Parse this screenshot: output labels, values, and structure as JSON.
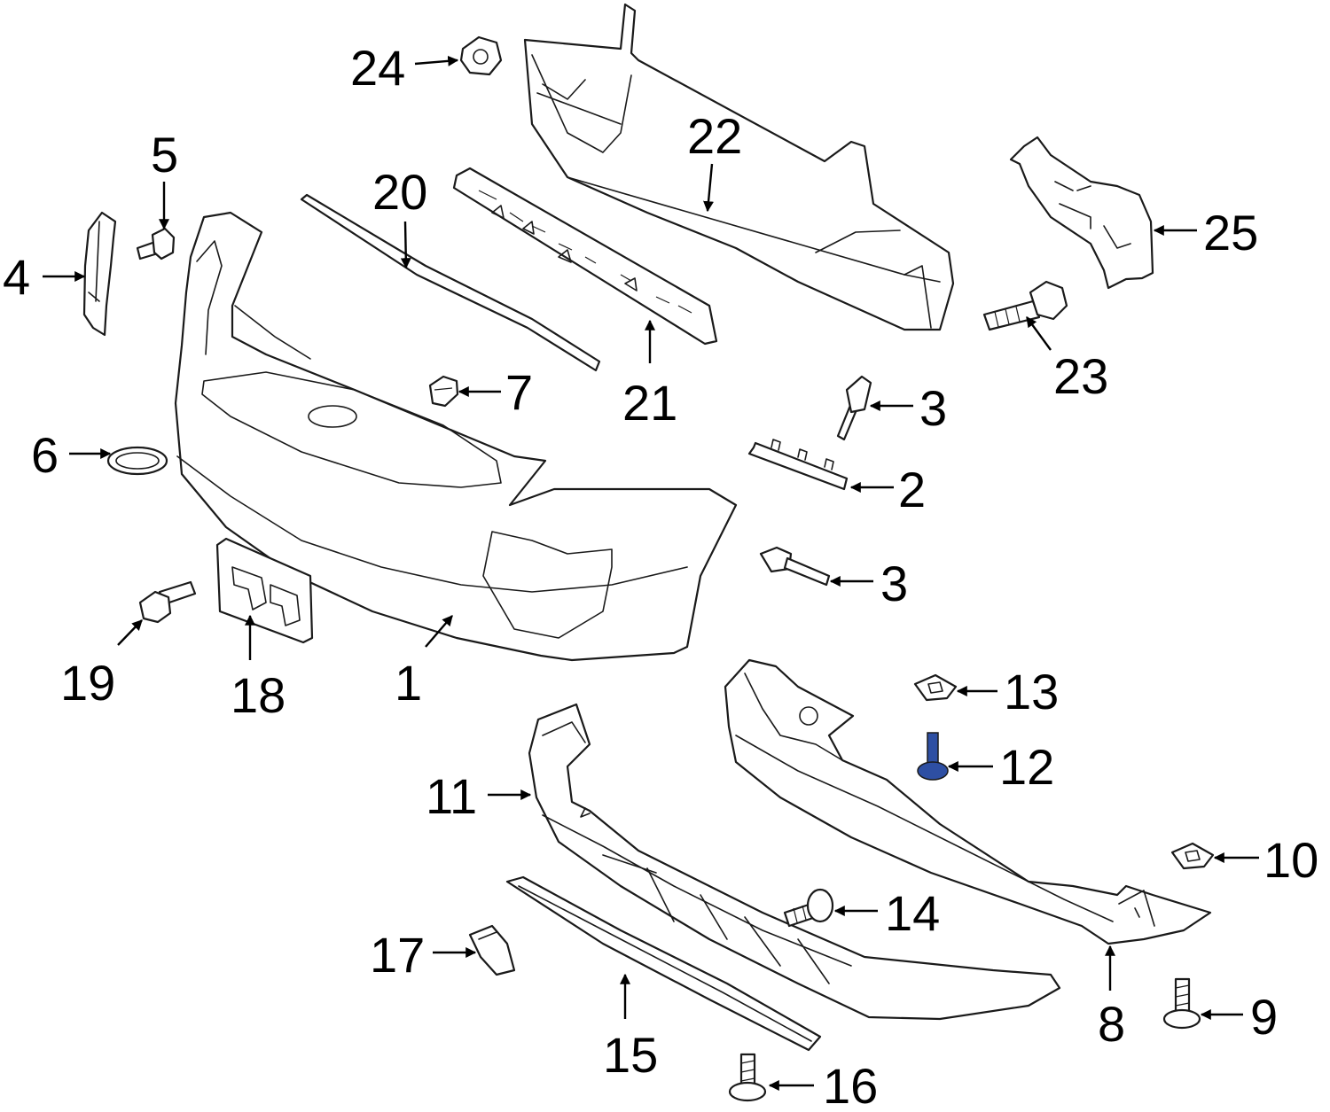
{
  "highlight_color": "#2e4fa3",
  "line_color": "#1a1a1a",
  "callouts": {
    "c1": "1",
    "c2": "2",
    "c3a": "3",
    "c3b": "3",
    "c4": "4",
    "c5": "5",
    "c6": "6",
    "c7": "7",
    "c8": "8",
    "c9": "9",
    "c10": "10",
    "c11": "11",
    "c12": "12",
    "c13": "13",
    "c14": "14",
    "c15": "15",
    "c16": "16",
    "c17": "17",
    "c18": "18",
    "c19": "19",
    "c20": "20",
    "c21": "21",
    "c22": "22",
    "c23": "23",
    "c24": "24",
    "c25": "25"
  }
}
